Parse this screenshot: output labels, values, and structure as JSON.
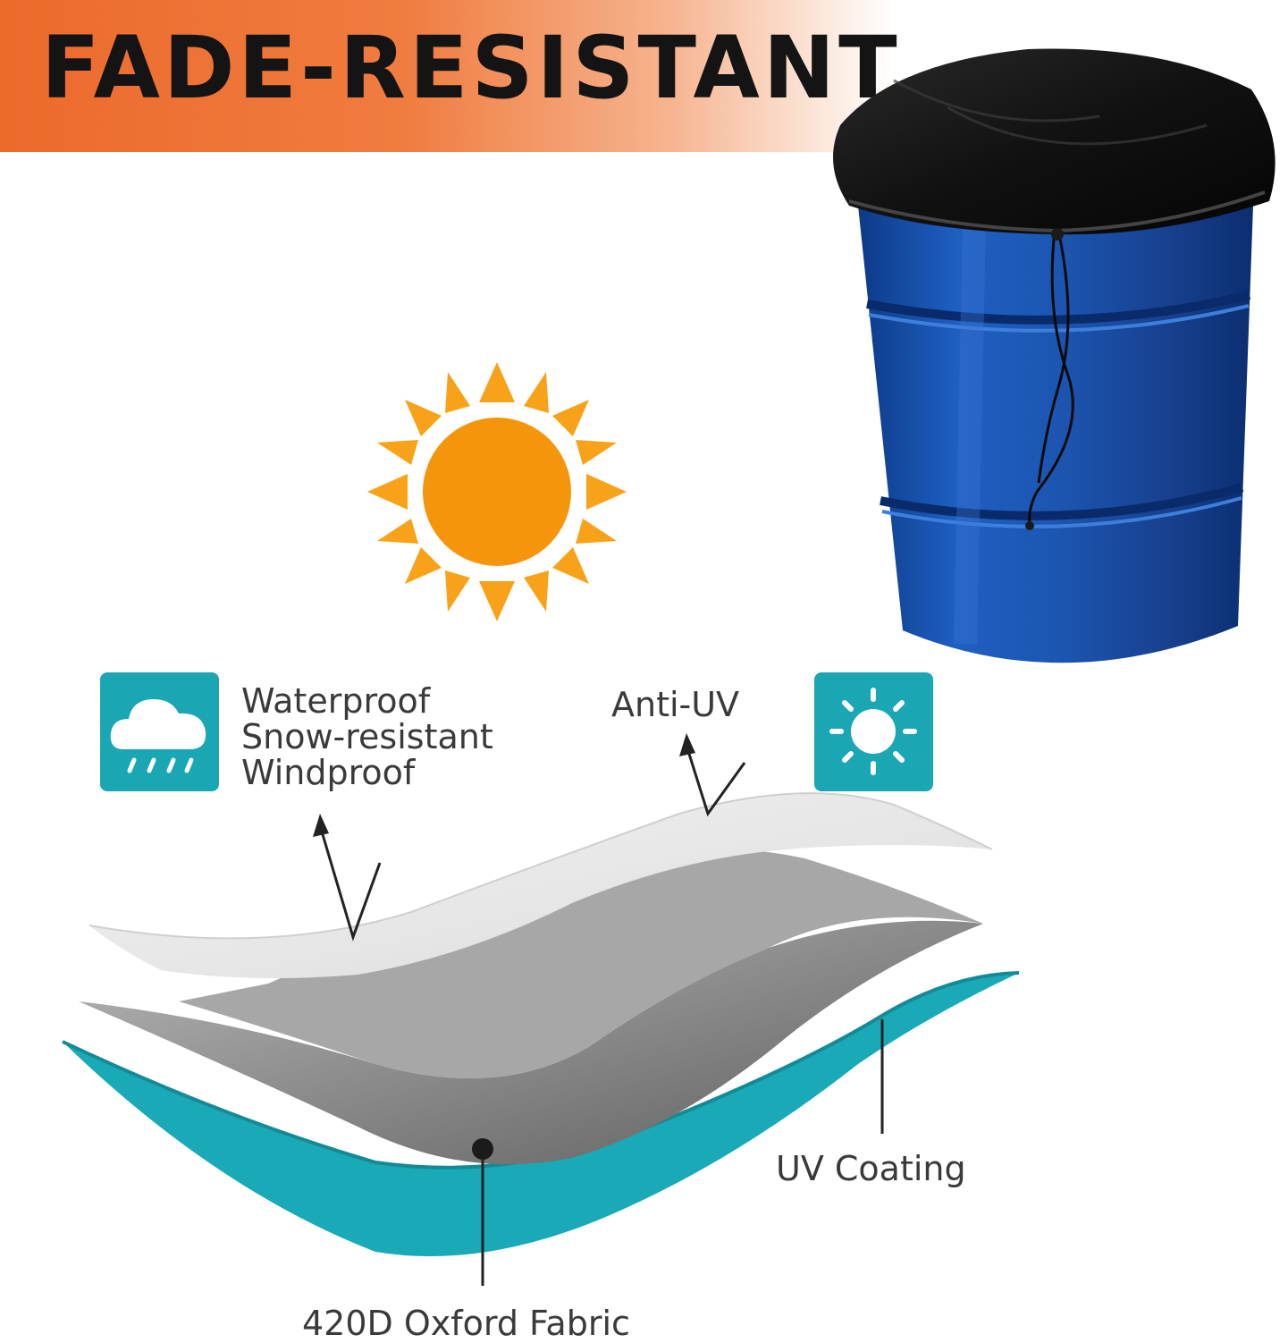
{
  "banner": {
    "title": "FADE-RESISTANT",
    "colors": {
      "start": "#ec6a2c",
      "end": "#f6b48f",
      "text": "#141414"
    }
  },
  "features": {
    "left_list": [
      "Waterproof",
      "Snow-resistant",
      "Windproof"
    ],
    "right_label": "Anti-UV",
    "icons": {
      "left": "rain-cloud-icon",
      "right": "sun-icon"
    },
    "icon_color": "#1aa6b3"
  },
  "layers": {
    "top_label": "UV Coating",
    "bottom_label": "420D Oxford Fabric",
    "colors": {
      "top": "#ededed",
      "middle": "#9a9a9a",
      "bottom": "#1aa9b6"
    }
  },
  "product": {
    "name": "drum-cover-illustration",
    "barrel_color": "#1a4fa6",
    "cover_color": "#111111"
  }
}
